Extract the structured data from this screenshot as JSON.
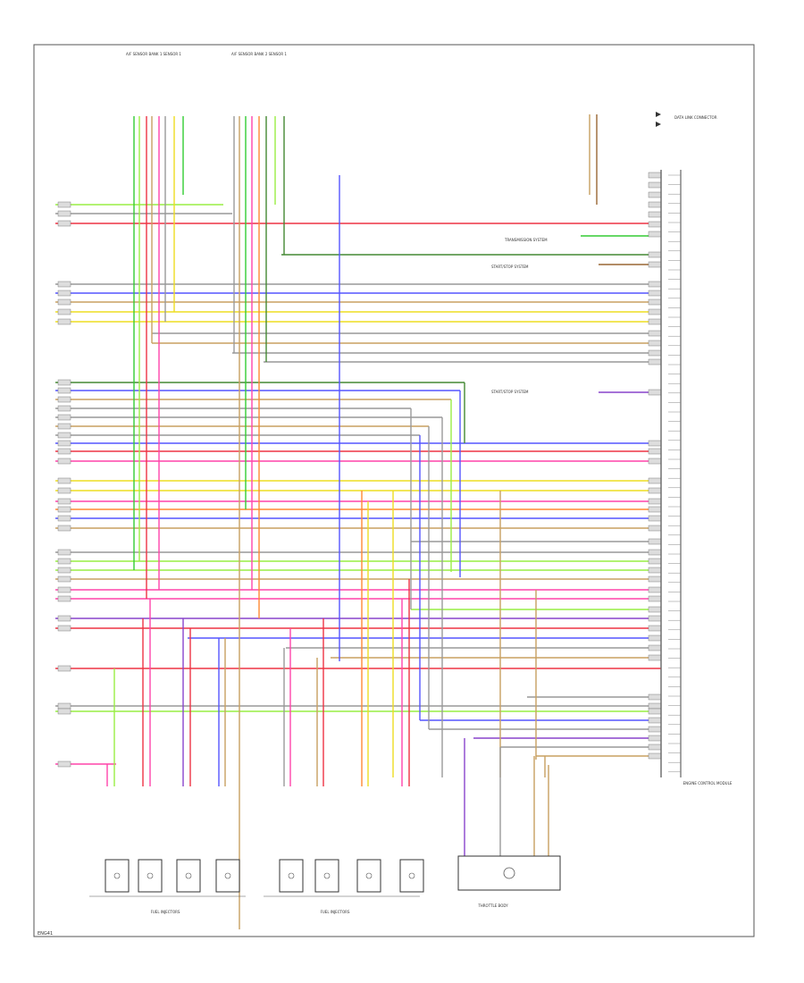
{
  "figure_id": "ENG41",
  "colors": {
    "green": "#33cc33",
    "lime": "#99ee44",
    "red": "#ee3344",
    "pink": "#ff44aa",
    "blue": "#5555ff",
    "yellow": "#eedd22",
    "tan": "#c8a060",
    "orange": "#ff8833",
    "grey": "#999999",
    "purple": "#8844cc",
    "brown": "#996633",
    "darkgreen": "#448833",
    "lightgrey": "#cccccc"
  },
  "connectors": {
    "top_a": "A/F SENSOR BANK 1 SENSOR 1",
    "top_b": "A/F SENSOR BANK 2 SENSOR 1",
    "ecm": "ENGINE CONTROL MODULE",
    "data_link": "DATA LINK CONNECTOR",
    "throttle": "THROTTLE BODY",
    "injectors_left": "FUEL INJECTORS",
    "injectors_right": "FUEL INJECTORS"
  },
  "notes": {
    "transmission": "TRANSMISSION SYSTEM",
    "start_stop_1": "START/STOP SYSTEM",
    "start_stop_2": "START/STOP SYSTEM"
  }
}
